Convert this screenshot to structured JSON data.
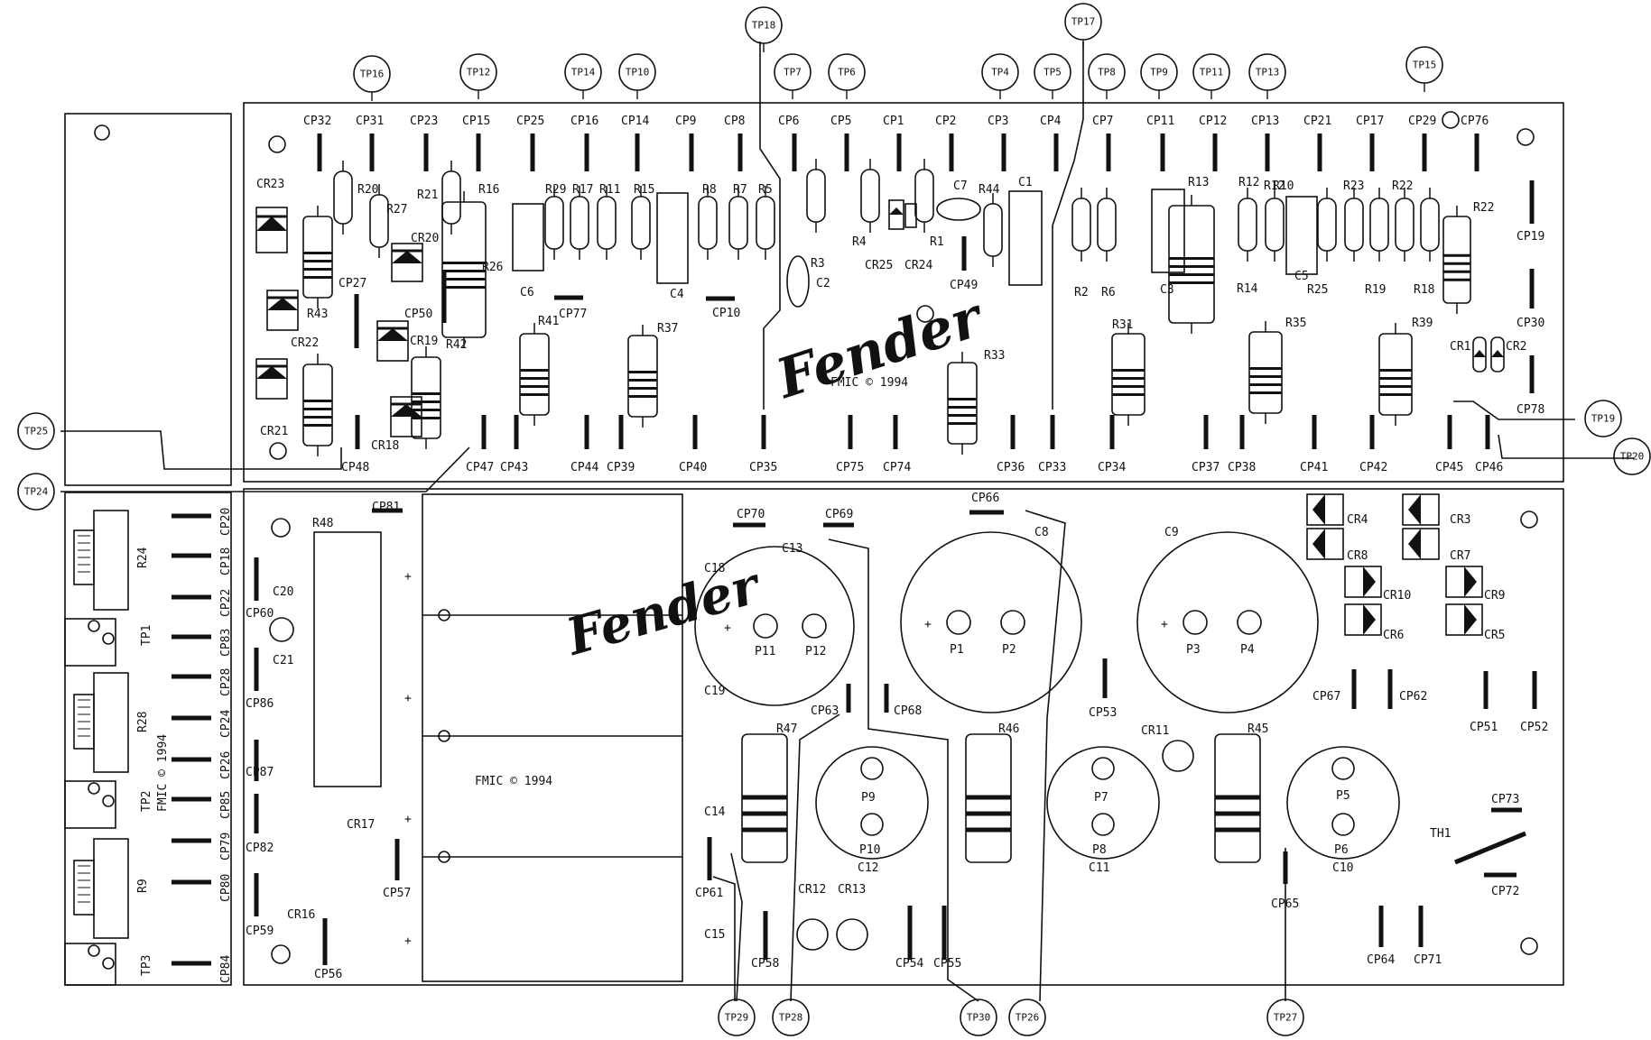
{
  "logos": [
    "Fender",
    "Fender"
  ],
  "copyrights": [
    "FMIC © 1994",
    "FMIC © 1994",
    "FMIC © 1994"
  ],
  "test_points": [
    "TP1",
    "TP2",
    "TP3",
    "TP4",
    "TP5",
    "TP6",
    "TP7",
    "TP8",
    "TP9",
    "TP10",
    "TP11",
    "TP12",
    "TP13",
    "TP14",
    "TP15",
    "TP16",
    "TP17",
    "TP18",
    "TP19",
    "TP20",
    "TP24",
    "TP25",
    "TP26",
    "TP27",
    "TP28",
    "TP29",
    "TP30"
  ],
  "top_board": {
    "cp_top_row": [
      "CP32",
      "CP31",
      "CP23",
      "CP15",
      "CP25",
      "CP16",
      "CP14",
      "CP9",
      "CP8",
      "CP6",
      "CP5",
      "CP1",
      "CP2",
      "CP3",
      "CP4",
      "CP7",
      "CP11",
      "CP12",
      "CP13",
      "CP21",
      "CP17",
      "CP29",
      "CP76"
    ],
    "cp_bottom_row": [
      "CP48",
      "CP47",
      "CP43",
      "CP44",
      "CP39",
      "CP40",
      "CP35",
      "CP75",
      "CP74",
      "CP36",
      "CP33",
      "CP34",
      "CP37",
      "CP38",
      "CP41",
      "CP42",
      "CP45",
      "CP46"
    ],
    "cp_right": [
      "CP19",
      "CP30",
      "CP78"
    ],
    "cp_misc": [
      "CP27",
      "CP50",
      "CP77",
      "CP10",
      "CP49"
    ],
    "resistors": [
      "R20",
      "R27",
      "R21",
      "R16",
      "R29",
      "R17",
      "R11",
      "R15",
      "R8",
      "R7",
      "R5",
      "R4",
      "R1",
      "R44",
      "R3",
      "R26",
      "R43",
      "R42",
      "R41",
      "R37",
      "R33",
      "R2",
      "R6",
      "R13",
      "R12",
      "R10",
      "R23",
      "R22",
      "R14",
      "R25",
      "R19",
      "R18",
      "R31",
      "R35",
      "R39"
    ],
    "diodes": [
      "CR23",
      "CR20",
      "CR22",
      "CR19",
      "CR21",
      "CR18",
      "CR25",
      "CR24",
      "CR1",
      "CR2"
    ],
    "capacitors": [
      "C6",
      "C4",
      "C7",
      "C1",
      "C2",
      "C3",
      "C5"
    ]
  },
  "left_strip": {
    "pots": [
      "R24",
      "R28",
      "R9"
    ],
    "cps": [
      "CP20",
      "CP18",
      "CP22",
      "CP83",
      "CP28",
      "CP24",
      "CP26",
      "CP85",
      "CP79",
      "CP80",
      "CP84"
    ]
  },
  "bottom_board": {
    "cps": [
      "CP81",
      "CP60",
      "CP86",
      "CP87",
      "CP82",
      "CP59",
      "CP56",
      "CP57",
      "CP70",
      "CP69",
      "CP66",
      "CP63",
      "CP68",
      "CP61",
      "CP58",
      "CP54",
      "CP55",
      "CP53",
      "CP67",
      "CP62",
      "CP51",
      "CP52",
      "CP73",
      "CP72",
      "CP65",
      "CP64",
      "CP71"
    ],
    "components": [
      "R48",
      "C20",
      "C21",
      "CR17",
      "CR16",
      "C18",
      "C19",
      "C14",
      "C15",
      "C13",
      "P11",
      "P12",
      "C8",
      "P1",
      "P2",
      "C9",
      "P3",
      "P4",
      "R47",
      "P9",
      "P10",
      "C12",
      "R46",
      "P7",
      "P8",
      "C11",
      "CR11",
      "R45",
      "P5",
      "P6",
      "C10",
      "CR12",
      "CR13",
      "CR4",
      "CR3",
      "CR8",
      "CR7",
      "CR10",
      "CR9",
      "CR6",
      "CR5",
      "TH1"
    ]
  }
}
